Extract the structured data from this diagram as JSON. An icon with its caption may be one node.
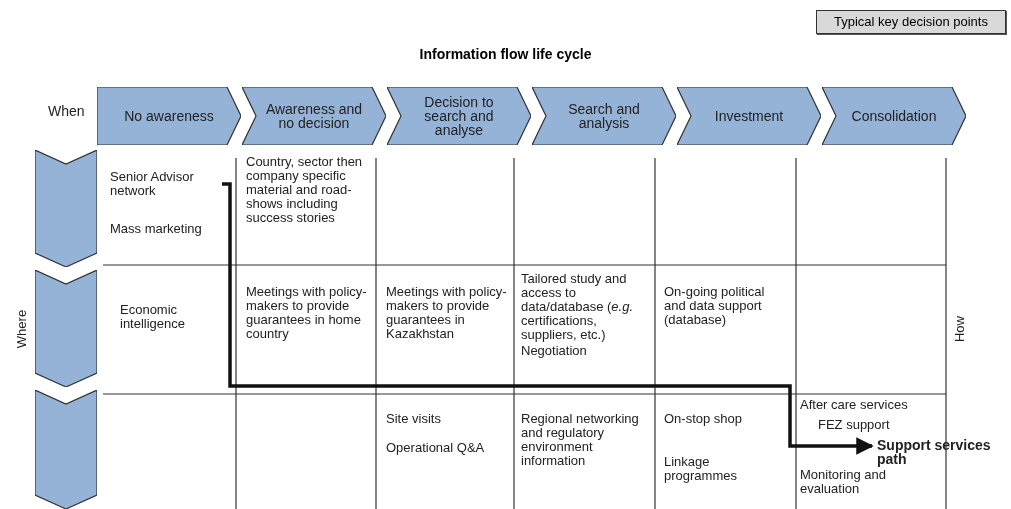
{
  "diagram": {
    "title": "Information flow life cycle",
    "nodes": [
      {
        "text": [
          "No awareness"
        ]
      },
      {
        "text": [
          "Awareness and no decision"
        ]
      },
      {
        "text": [
          "Decision to search and analyse"
        ]
      },
      {
        "text": [
          "Search and analysis"
        ]
      },
      {
        "text": [
          "Investment"
        ]
      },
      {
        "text": [
          "Consolidation"
        ]
      },
      {
        "text": [],
        "shape": "chevron"
      },
      {
        "text": [],
        "shape": "chevron"
      },
      {
        "text": [],
        "shape": "chevron"
      },
      {
        "text": [
          "Senior Advisor network"
        ]
      },
      {
        "text": [
          "Support services path"
        ]
      }
    ],
    "edges": [
      {
        "from": 9,
        "to": 10,
        "arrow": "to"
      }
    ],
    "labels": [
      "When",
      "Where",
      "How",
      "Mass marketing",
      "Country, sector then company specific material and road-shows including success stories",
      "Economic intelligence",
      "Meetings with policy-makers to provide guarantees in home country",
      "Meetings with policy-makers to provide guarantees in Kazakhstan",
      "Tailored study and access to data/database (*e.g.* certifications, suppliers, etc.)",
      "Negotiation",
      "On-going political and data support (database)",
      "Site visits",
      "Operational Q&A",
      "Regional networking and regulatory environment information",
      "On-stop shop",
      "Linkage programmes",
      "After care services",
      "FEZ support",
      "Monitoring and evaluation"
    ],
    "legend": [
      {
        "text": "Typical key decision points",
        "color": "#d9d9d9"
      }
    ]
  }
}
